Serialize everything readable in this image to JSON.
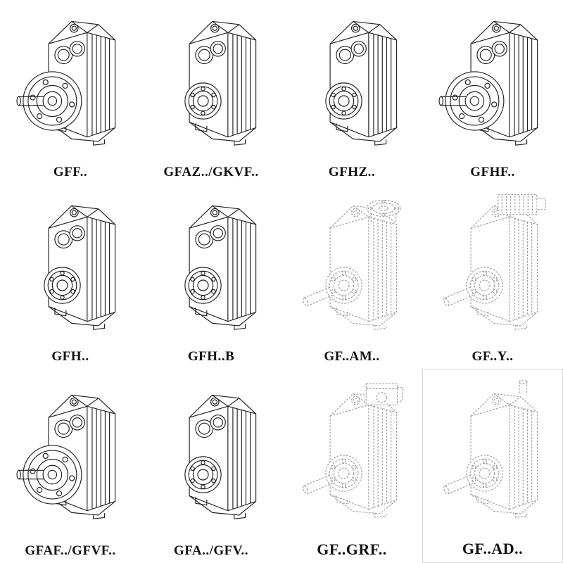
{
  "page": {
    "background": "#ffffff",
    "line_color": "#1f1f1f",
    "dashed_line_color": "#9b9b9b",
    "description": "Catalog sheet of GF-series parallel shaft helical gearbox variants, isometric line drawings"
  },
  "grid": {
    "cells": [
      {
        "label": "GFF..",
        "variant": "flange-output-solid"
      },
      {
        "label": "GFAZ../GKVF..",
        "variant": "hollow-bore-solid"
      },
      {
        "label": "GFHZ..",
        "variant": "hollow-bore-solid"
      },
      {
        "label": "GFHF..",
        "variant": "flange-output-solid"
      },
      {
        "label": "GFH..",
        "variant": "hollow-bore-solid"
      },
      {
        "label": "GFH..B",
        "variant": "hollow-bore-solid"
      },
      {
        "label": "GF..AM..",
        "variant": "dashed-with-top-input-flange"
      },
      {
        "label": "GF..Y..",
        "variant": "dashed-with-motor"
      },
      {
        "label": "GFAF../GFVF..",
        "variant": "flange-output-solid"
      },
      {
        "label": "GFA../GFV..",
        "variant": "hollow-bore-solid"
      },
      {
        "label": "GF..GRF..",
        "variant": "dashed-with-adapter"
      },
      {
        "label": "GF..AD..",
        "variant": "dashed-with-input-shaft"
      }
    ]
  }
}
